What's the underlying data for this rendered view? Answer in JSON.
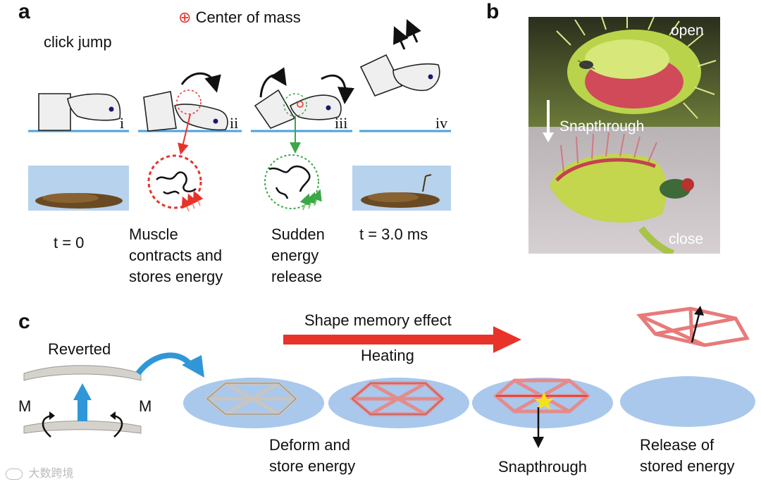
{
  "panels": {
    "a": {
      "letter": "a",
      "legend_symbol": "⊕",
      "legend_text": "Center of mass",
      "title": "click jump",
      "stages": [
        {
          "roman": "i",
          "caption_lines": [
            "t = 0"
          ]
        },
        {
          "roman": "ii",
          "caption_lines": [
            "Muscle",
            "contracts and",
            "stores energy"
          ]
        },
        {
          "roman": "iii",
          "caption_lines": [
            "Sudden",
            "energy",
            "release"
          ]
        },
        {
          "roman": "iv",
          "caption_lines": [
            "t = 3.0 ms"
          ]
        }
      ]
    },
    "b": {
      "letter": "b",
      "open_label": "open",
      "snap_label": "Snapthrough",
      "close_label": "close"
    },
    "c": {
      "letter": "c",
      "reverted_label": "Reverted",
      "m_left": "M",
      "m_right": "M",
      "arrow_top_label": "Shape memory effect",
      "arrow_bottom_label": "Heating",
      "captions": {
        "deform": [
          "Deform and",
          "store energy"
        ],
        "snap": "Snapthrough",
        "release": [
          "Release of",
          "stored energy"
        ]
      }
    }
  },
  "colors": {
    "ground": "#4aa3df",
    "red": "#e8332a",
    "green": "#3aa845",
    "blue_arrow": "#2f97d8",
    "disc": "#a9c8ec"
  },
  "watermark": "大数跨境"
}
